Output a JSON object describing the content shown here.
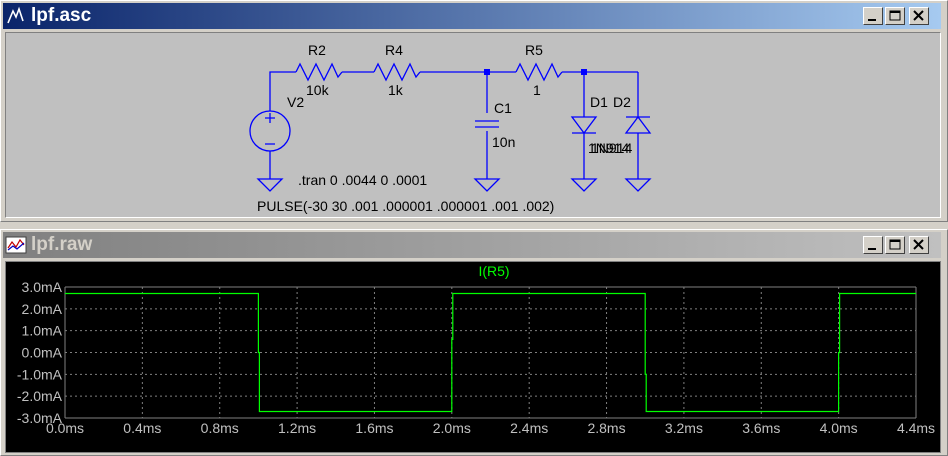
{
  "schematic_window": {
    "title": "lpf.asc",
    "components": {
      "r2": {
        "name": "R2",
        "value": "10k"
      },
      "r4": {
        "name": "R4",
        "value": "1k"
      },
      "r5": {
        "name": "R5",
        "value": "1"
      },
      "c1": {
        "name": "C1",
        "value": "10n"
      },
      "v2": {
        "name": "V2"
      },
      "d1": {
        "name": "D1"
      },
      "d2": {
        "name": "D2"
      },
      "d1_model": "1N914",
      "d2_model": "1N914"
    },
    "directive_tran": ".tran 0 .0044 0 .0001",
    "source_spec": "PULSE(-30 30 .001 .000001 .000001 .001 .002)"
  },
  "waveform_window": {
    "title": "lpf.raw"
  },
  "colors": {
    "wire": "#0000ff",
    "trace": "#00ff00",
    "grid": "#808080",
    "plot_bg": "#000000",
    "title_active": "#0a246a",
    "title_inactive": "#808080"
  },
  "chart_data": {
    "type": "line",
    "title": "I(R5)",
    "xlabel": "",
    "ylabel": "",
    "xlim": [
      0,
      4.4
    ],
    "ylim": [
      -3.0,
      3.0
    ],
    "x_unit": "ms",
    "y_unit": "mA",
    "x_ticks": [
      "0.0ms",
      "0.4ms",
      "0.8ms",
      "1.2ms",
      "1.6ms",
      "2.0ms",
      "2.4ms",
      "2.8ms",
      "3.2ms",
      "3.6ms",
      "4.0ms",
      "4.4ms"
    ],
    "y_ticks": [
      "3.0mA",
      "2.0mA",
      "1.0mA",
      "0.0mA",
      "-1.0mA",
      "-2.0mA",
      "-3.0mA"
    ],
    "grid": true,
    "series": [
      {
        "name": "I(R5)",
        "x": [
          0.0,
          1.0,
          1.0,
          1.005,
          1.005,
          2.0,
          2.0,
          2.005,
          2.005,
          3.0,
          3.0,
          3.005,
          3.005,
          4.0,
          4.0,
          4.005,
          4.005,
          4.4
        ],
        "y": [
          2.7,
          2.7,
          0.0,
          0.0,
          -2.7,
          -2.7,
          0.6,
          0.6,
          2.7,
          2.7,
          -1.0,
          -1.0,
          -2.7,
          -2.7,
          0.0,
          0.0,
          2.7,
          2.7
        ]
      }
    ]
  }
}
